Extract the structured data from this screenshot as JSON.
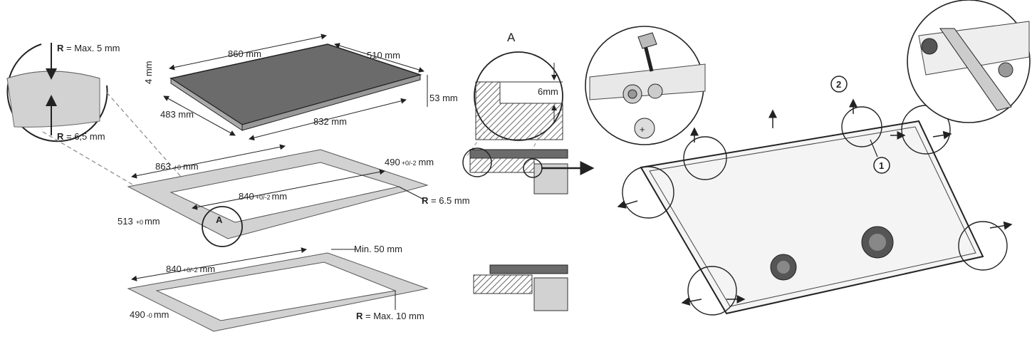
{
  "labels": {
    "r_max5_prefix": "R",
    "r_max5_value": " = Max. 5 mm",
    "r_65_prefix": "R",
    "r_65_value": " = 6,5 mm",
    "hob_depth_top": "4 mm",
    "hob_width": "860 mm",
    "hob_depth": "510 mm",
    "hob_height": "53 mm",
    "hob_inner_depth": "483 mm",
    "hob_inner_width": "832 mm",
    "cut_width": "863",
    "cut_width_tol": "+0",
    "cut_width_unit": "mm",
    "cut_depth": "490",
    "cut_depth_tol": "+0/-2",
    "cut_depth_unit": "mm",
    "cut_inner_width": "840",
    "cut_inner_tol": "+0/-2",
    "cut_inner_unit": "mm",
    "cut_left_depth": "513",
    "cut_left_tol": "+0",
    "cut_left_unit": "mm",
    "r_65b_prefix": "R",
    "r_65b_value": " = 6.5 mm",
    "detail_marker": "A",
    "bottom_width": "840",
    "bottom_width_tol": "+0/-2",
    "bottom_width_unit": "mm",
    "min_50": "Min. 50 mm",
    "bottom_depth": "490",
    "bottom_depth_tol": "-0",
    "bottom_depth_unit": "mm",
    "r_max10_prefix": "R",
    "r_max10_value": " = Max. 10 mm",
    "detail_title": "A",
    "detail_gap": "6mm",
    "step_1": "1",
    "step_2": "2"
  },
  "colors": {
    "hob_top": "#6b6b6b",
    "frame_fill": "#d2d2d2",
    "frame_stroke": "#555555",
    "hatch": "#444444",
    "line": "#333333"
  },
  "icons": [
    "arrow-right-icon",
    "screw-icon",
    "bracket-icon"
  ]
}
